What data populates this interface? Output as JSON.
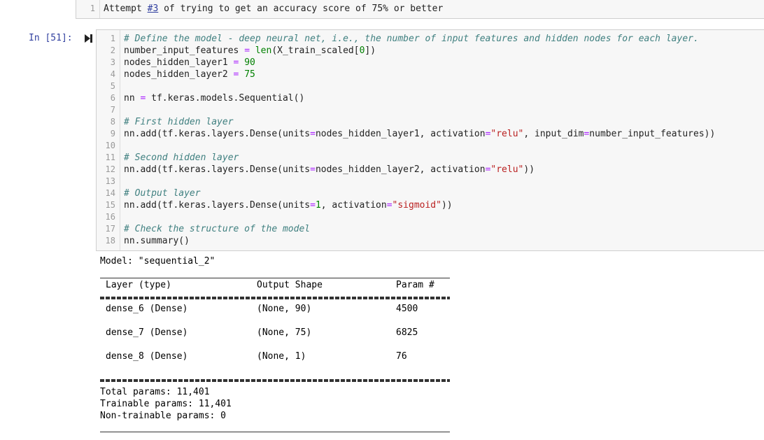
{
  "markdown_cell": {
    "line_number": "1",
    "text_before": "Attempt ",
    "link_text": "#3",
    "text_after": " of trying to get an accuracy score of 75% or better"
  },
  "code_cell": {
    "prompt": "In [51]:",
    "run_icon": "run-cell-icon",
    "lines": [
      {
        "n": "1",
        "tokens": [
          {
            "t": "# Define the model - deep neural net, i.e., the number of input features and hidden nodes for each layer.",
            "c": "cm"
          }
        ]
      },
      {
        "n": "2",
        "tokens": [
          {
            "t": "number_input_features ",
            "c": ""
          },
          {
            "t": "=",
            "c": "op"
          },
          {
            "t": " ",
            "c": ""
          },
          {
            "t": "len",
            "c": "nb"
          },
          {
            "t": "(X_train_scaled[",
            "c": ""
          },
          {
            "t": "0",
            "c": "mi"
          },
          {
            "t": "])",
            "c": ""
          }
        ]
      },
      {
        "n": "3",
        "tokens": [
          {
            "t": "nodes_hidden_layer1 ",
            "c": ""
          },
          {
            "t": "=",
            "c": "op"
          },
          {
            "t": " ",
            "c": ""
          },
          {
            "t": "90",
            "c": "mi"
          }
        ]
      },
      {
        "n": "4",
        "tokens": [
          {
            "t": "nodes_hidden_layer2 ",
            "c": ""
          },
          {
            "t": "=",
            "c": "op"
          },
          {
            "t": " ",
            "c": ""
          },
          {
            "t": "75",
            "c": "mi"
          }
        ]
      },
      {
        "n": "5",
        "tokens": []
      },
      {
        "n": "6",
        "tokens": [
          {
            "t": "nn ",
            "c": ""
          },
          {
            "t": "=",
            "c": "op"
          },
          {
            "t": " tf.keras.models.Sequential()",
            "c": ""
          }
        ]
      },
      {
        "n": "7",
        "tokens": []
      },
      {
        "n": "8",
        "tokens": [
          {
            "t": "# First hidden layer",
            "c": "cm"
          }
        ]
      },
      {
        "n": "9",
        "tokens": [
          {
            "t": "nn.add(tf.keras.layers.Dense(units",
            "c": ""
          },
          {
            "t": "=",
            "c": "op"
          },
          {
            "t": "nodes_hidden_layer1, activation",
            "c": ""
          },
          {
            "t": "=",
            "c": "op"
          },
          {
            "t": "\"relu\"",
            "c": "st"
          },
          {
            "t": ", input_dim",
            "c": ""
          },
          {
            "t": "=",
            "c": "op"
          },
          {
            "t": "number_input_features))",
            "c": ""
          }
        ]
      },
      {
        "n": "10",
        "tokens": []
      },
      {
        "n": "11",
        "tokens": [
          {
            "t": "# Second hidden layer",
            "c": "cm"
          }
        ]
      },
      {
        "n": "12",
        "tokens": [
          {
            "t": "nn.add(tf.keras.layers.Dense(units",
            "c": ""
          },
          {
            "t": "=",
            "c": "op"
          },
          {
            "t": "nodes_hidden_layer2, activation",
            "c": ""
          },
          {
            "t": "=",
            "c": "op"
          },
          {
            "t": "\"relu\"",
            "c": "st"
          },
          {
            "t": "))",
            "c": ""
          }
        ]
      },
      {
        "n": "13",
        "tokens": []
      },
      {
        "n": "14",
        "tokens": [
          {
            "t": "# Output layer",
            "c": "cm"
          }
        ]
      },
      {
        "n": "15",
        "tokens": [
          {
            "t": "nn.add(tf.keras.layers.Dense(units",
            "c": ""
          },
          {
            "t": "=",
            "c": "op"
          },
          {
            "t": "1",
            "c": "mi"
          },
          {
            "t": ", activation",
            "c": ""
          },
          {
            "t": "=",
            "c": "op"
          },
          {
            "t": "\"sigmoid\"",
            "c": "st"
          },
          {
            "t": "))",
            "c": ""
          }
        ]
      },
      {
        "n": "16",
        "tokens": []
      },
      {
        "n": "17",
        "tokens": [
          {
            "t": "# Check the structure of the model",
            "c": "cm"
          }
        ]
      },
      {
        "n": "18",
        "tokens": [
          {
            "t": "nn.summary()",
            "c": ""
          }
        ]
      }
    ]
  },
  "output": {
    "model_line": "Model: \"sequential_2\"",
    "headers": {
      "layer": "Layer (type)",
      "shape": "Output Shape",
      "params": "Param #"
    },
    "rows": [
      {
        "layer": "dense_6 (Dense)",
        "shape": "(None, 90)",
        "params": "4500"
      },
      {
        "layer": "dense_7 (Dense)",
        "shape": "(None, 75)",
        "params": "6825"
      },
      {
        "layer": "dense_8 (Dense)",
        "shape": "(None, 1)",
        "params": "76"
      }
    ],
    "total": "Total params: 11,401",
    "trainable": "Trainable params: 11,401",
    "non_trainable": "Non-trainable params: 0"
  },
  "colors": {
    "prompt": "#303f9f",
    "comment": "#408080",
    "operator": "#aa22ff",
    "number": "#008000",
    "string": "#ba2121",
    "cell_bg": "#f7f7f7",
    "cell_border": "#cfcfcf"
  }
}
